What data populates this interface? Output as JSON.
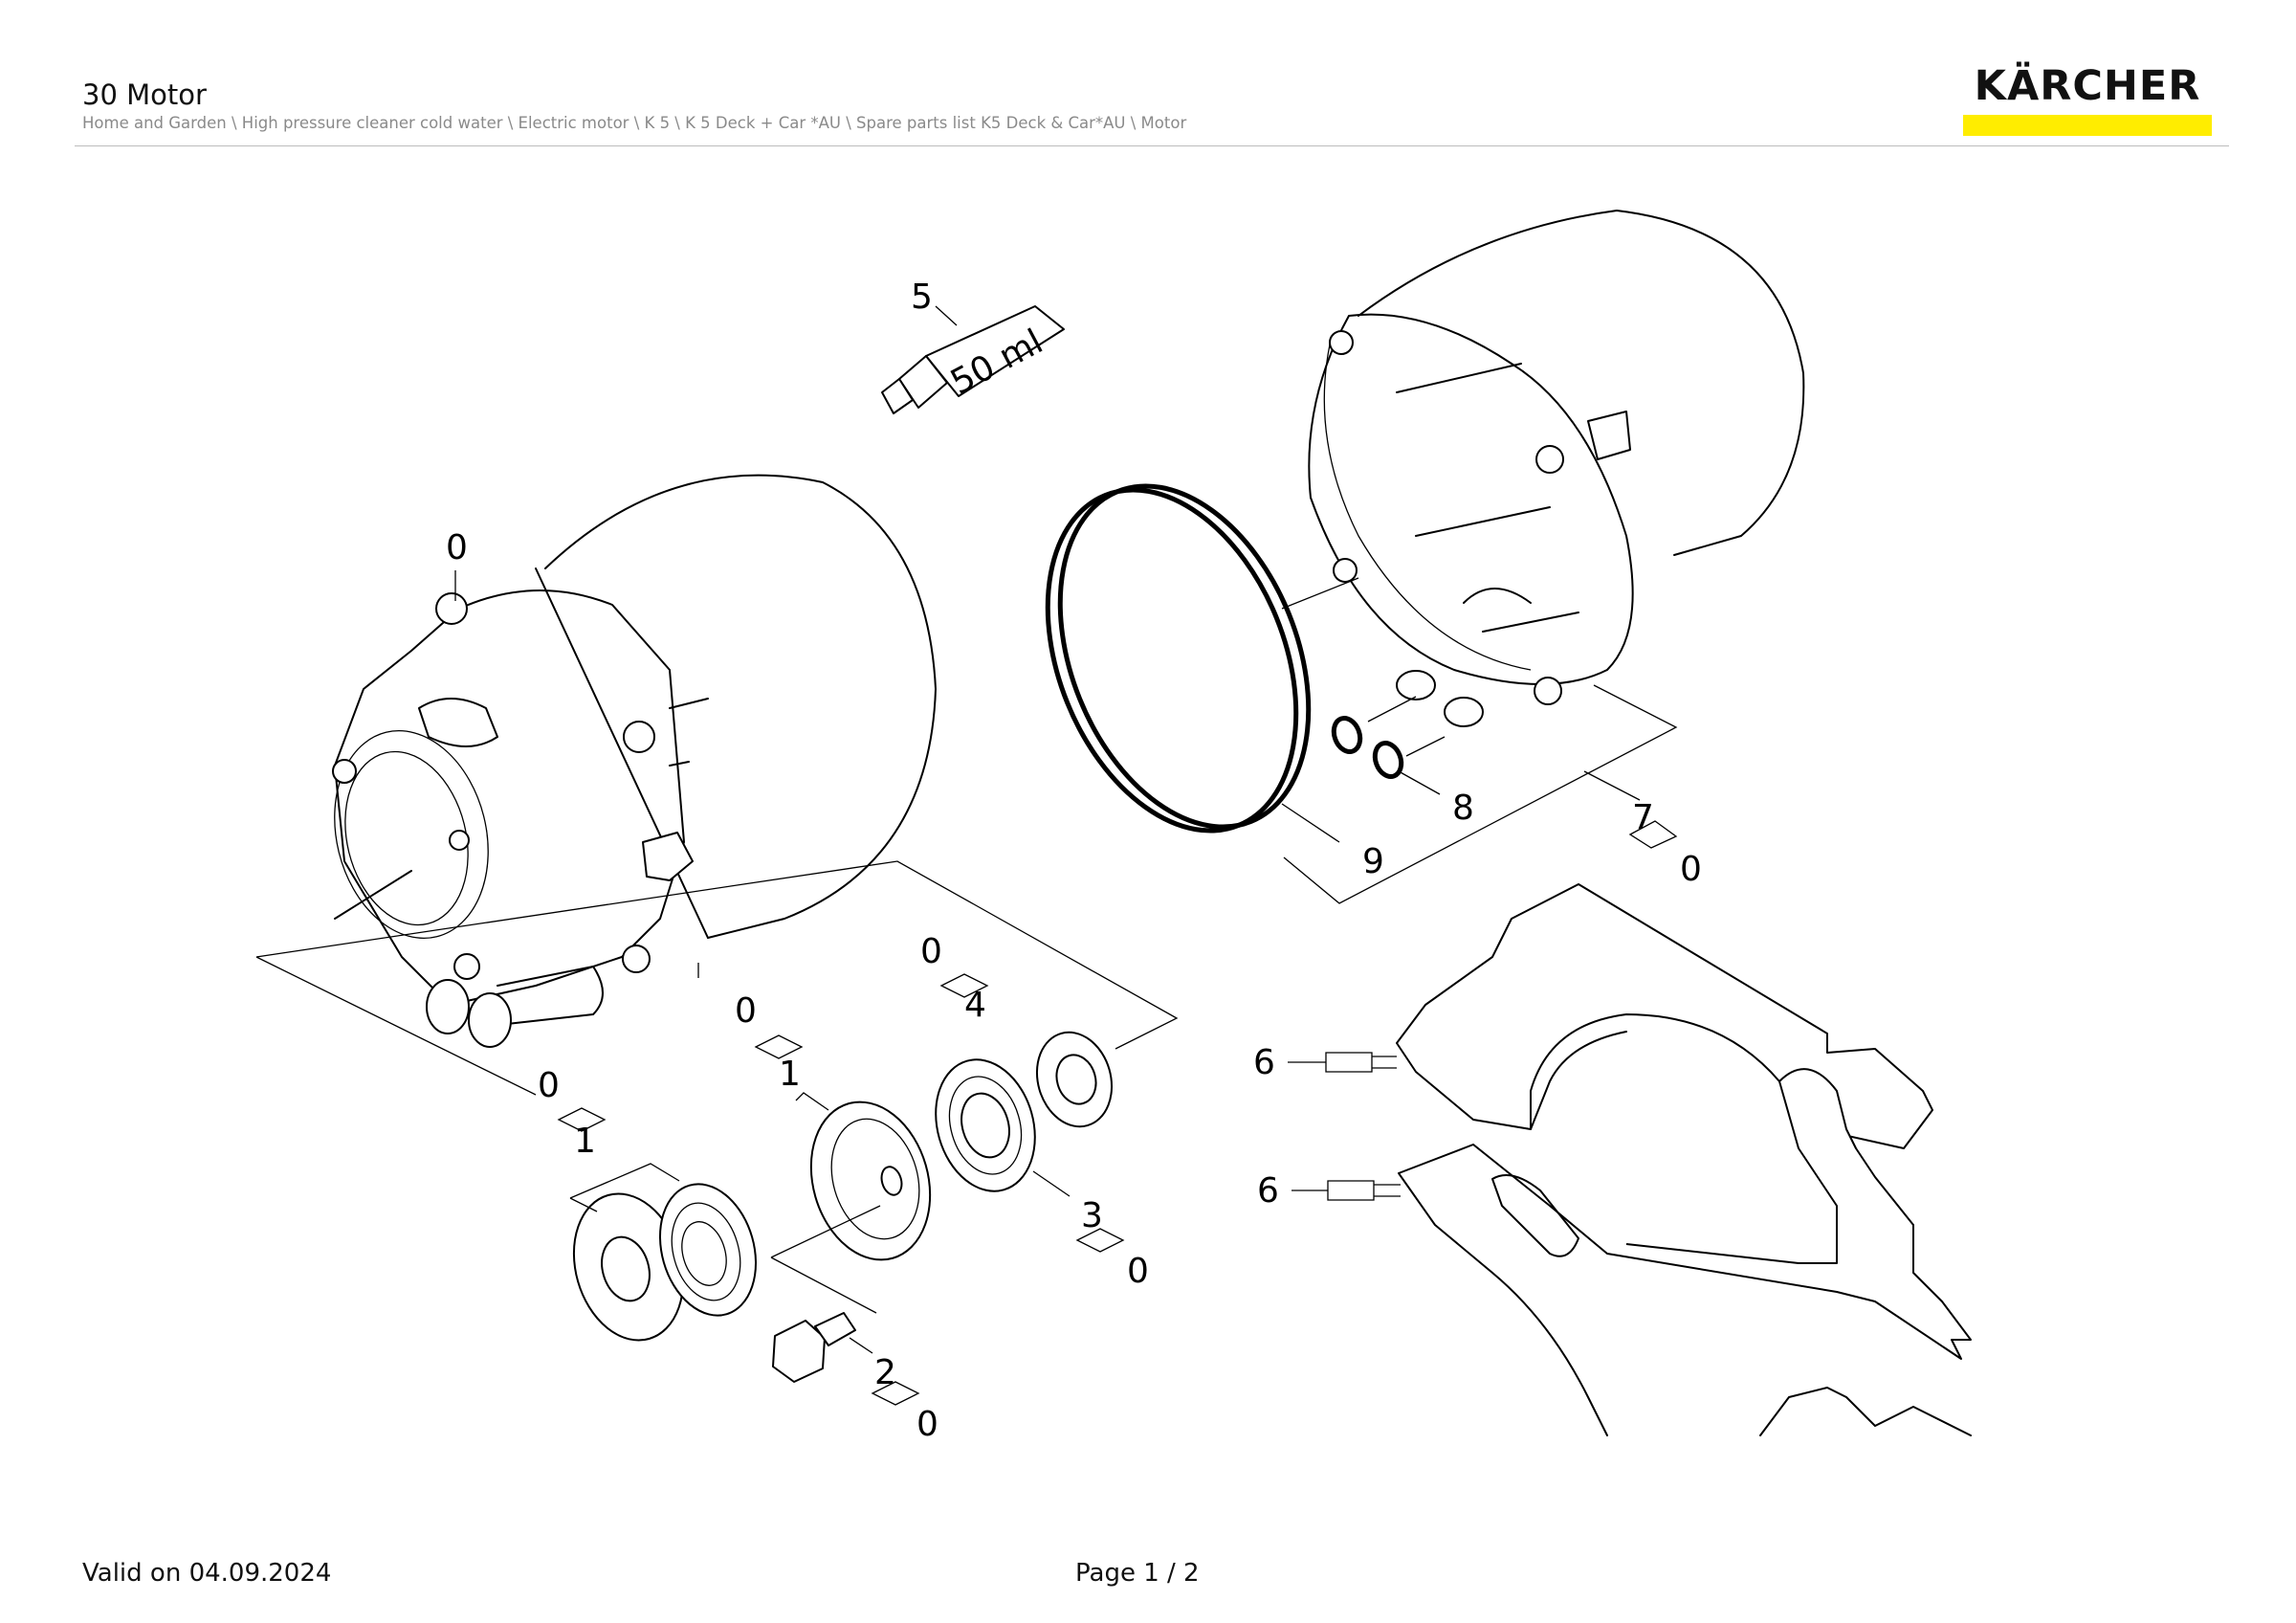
{
  "header": {
    "title": "30 Motor",
    "breadcrumb": "Home and Garden \\ High pressure cleaner cold water \\ Electric motor \\ K 5 \\ K 5 Deck + Car *AU \\ Spare parts list K5 Deck & Car*AU \\ Motor",
    "logo_text": "KÄRCHER",
    "brand_colors": {
      "logo_bar": "#ffed00",
      "text": "#111111"
    }
  },
  "diagram": {
    "tube_label": "50 ml",
    "callouts": {
      "c0_top": "0",
      "c5": "5",
      "c9": "9",
      "c8": "8",
      "c7": "7",
      "c7_0": "0",
      "c0_a": "0",
      "c1_a": "1",
      "c0_b": "0",
      "c1_b": "1",
      "c0_c": "0",
      "c4": "4",
      "c3": "3",
      "c3_0": "0",
      "c2": "2",
      "c2_0": "0",
      "c6_a": "6",
      "c6_b": "6"
    }
  },
  "footer": {
    "valid_on": "Valid on 04.09.2024",
    "page": "Page 1 / 2"
  }
}
